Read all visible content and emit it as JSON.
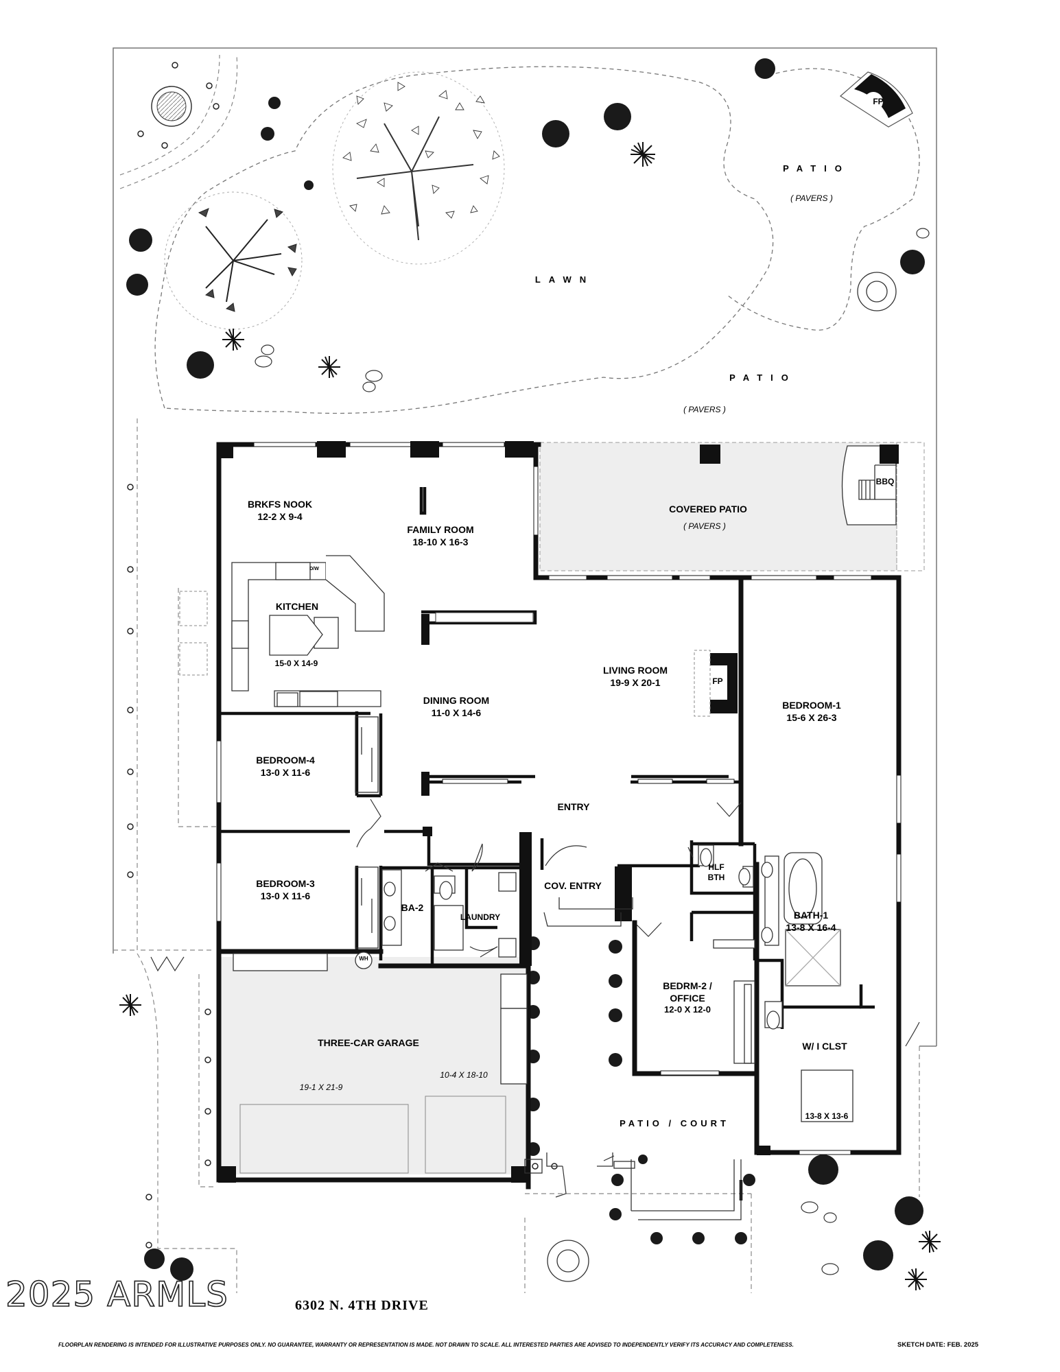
{
  "outdoor": {
    "patio_top": "PATIO",
    "pavers_top": "( PAVERS )",
    "lawn": "LAWN",
    "patio_mid": "PATIO",
    "pavers_mid": "( PAVERS )",
    "fp_outdoor": "FP",
    "covered_patio": "COVERED PATIO",
    "covered_patio_pavers": "( PAVERS )",
    "bbq": "BBQ",
    "patio_court": "PATIO / COURT"
  },
  "rooms": {
    "brkfs_nook": {
      "name": "BRKFS NOOK",
      "size": "12-2 X 9-4"
    },
    "family_room": {
      "name": "FAMILY ROOM",
      "size": "18-10  X  16-3"
    },
    "kitchen": {
      "name": "KITCHEN",
      "size": "15-0 X 14-9"
    },
    "dw": "D/W",
    "living_room": {
      "name": "LIVING ROOM",
      "size": "19-9  X  20-1"
    },
    "fp_living": "FP",
    "dining_room": {
      "name": "DINING ROOM",
      "size": "11-0  X  14-6"
    },
    "bedroom1": {
      "name": "BEDROOM-1",
      "size": "15-6  X  26-3"
    },
    "bedroom4": {
      "name": "BEDROOM-4",
      "size": "13-0  X  11-6"
    },
    "entry": "ENTRY",
    "bedroom3": {
      "name": "BEDROOM-3",
      "size": "13-0  X  11-6"
    },
    "ba2": "BA-2",
    "laundry": "LAUNDRY",
    "cov_entry": "COV. ENTRY",
    "hlf_bth": {
      "line1": "HLF",
      "line2": "BTH"
    },
    "bath1": {
      "name": "BATH-1",
      "size": "13-8 X 16-4"
    },
    "wh": "WH",
    "bedrm2": {
      "line1": "BEDRM-2 /",
      "line2": "OFFICE",
      "size": "12-0 X 12-0"
    },
    "wi_clst": {
      "name": "W/ I  CLST",
      "size": "13-8 X 13-6"
    },
    "garage": {
      "name": "THREE-CAR GARAGE",
      "size_left": "19-1 X 21-9",
      "size_right": "10-4 X 18-10"
    }
  },
  "footer": {
    "watermark": "2025 ARMLS",
    "address": "6302 N. 4TH DRIVE",
    "disclaimer": "FLOORPLAN RENDERING IS INTENDED FOR ILLUSTRATIVE PURPOSES ONLY.  NO GUARANTEE, WARRANTY OR REPRESENTATION IS MADE.  NOT DRAWN TO SCALE.  ALL INTERESTED PARTIES ARE ADVISED TO INDEPENDENTLY VERIFY ITS ACCURACY AND COMPLETENESS.",
    "sketch_date": "SKETCH DATE:   FEB. 2025"
  },
  "colors": {
    "wall": "#111111",
    "shade": "#eeeeee",
    "line": "#555555"
  }
}
